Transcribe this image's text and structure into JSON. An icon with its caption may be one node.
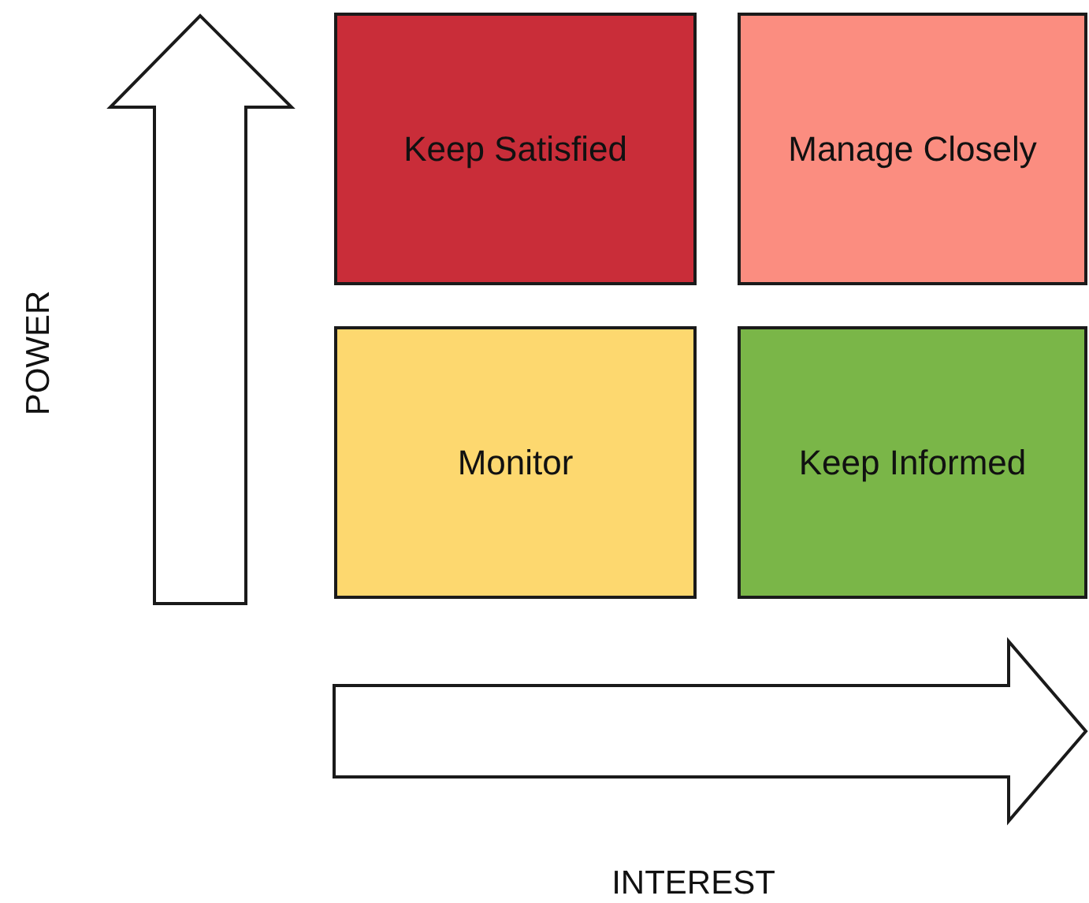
{
  "diagram": {
    "nodes": [
      {
        "text": [
          "Keep Satisfied"
        ]
      },
      {
        "text": [
          "Manage Closely"
        ]
      },
      {
        "text": [
          "Monitor"
        ]
      },
      {
        "text": [
          "Keep Informed"
        ]
      }
    ],
    "labels": [
      "POWER",
      "INTEREST"
    ]
  }
}
